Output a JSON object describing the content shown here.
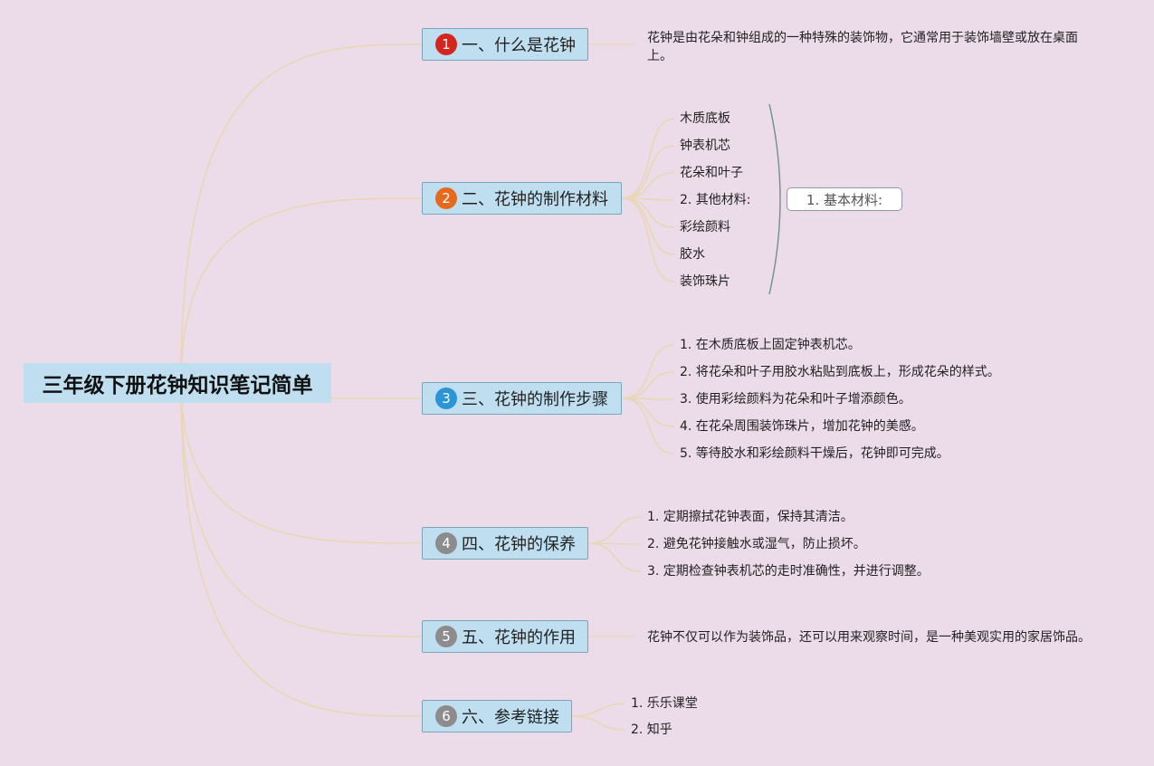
{
  "colors": {
    "background": "#ecdcea",
    "node_fill": "#bfdff0",
    "connector": "#e8d6b4",
    "bracket": "#6f8f92",
    "badge_1": "#d3261f",
    "badge_2": "#e56a1e",
    "badge_3": "#2b95d6",
    "badge_gray": "#8c8c8c"
  },
  "root": {
    "title": "三年级下册花钟知识笔记简单"
  },
  "branches": [
    {
      "num": "1",
      "label": "一、什么是花钟",
      "items": [
        "花钟是由花朵和钟组成的一种特殊的装饰物，它通常用于装饰墙壁或放在桌面上。"
      ]
    },
    {
      "num": "2",
      "label": "二、花钟的制作材料",
      "items": [
        "木质底板",
        "钟表机芯",
        "花朵和叶子",
        "2. 其他材料:",
        "彩绘颜料",
        "胶水",
        "装饰珠片"
      ],
      "summary": "1. 基本材料:"
    },
    {
      "num": "3",
      "label": "三、花钟的制作步骤",
      "items": [
        "1. 在木质底板上固定钟表机芯。",
        "2. 将花朵和叶子用胶水粘贴到底板上，形成花朵的样式。",
        "3. 使用彩绘颜料为花朵和叶子增添颜色。",
        "4. 在花朵周围装饰珠片，增加花钟的美感。",
        "5. 等待胶水和彩绘颜料干燥后，花钟即可完成。"
      ]
    },
    {
      "num": "4",
      "label": "四、花钟的保养",
      "items": [
        "1. 定期擦拭花钟表面，保持其清洁。",
        "2. 避免花钟接触水或湿气，防止损坏。",
        "3. 定期检查钟表机芯的走时准确性，并进行调整。"
      ]
    },
    {
      "num": "5",
      "label": "五、花钟的作用",
      "items": [
        "花钟不仅可以作为装饰品，还可以用来观察时间，是一种美观实用的家居饰品。"
      ]
    },
    {
      "num": "6",
      "label": "六、参考链接",
      "items": [
        "1. 乐乐课堂",
        "2. 知乎"
      ]
    }
  ]
}
